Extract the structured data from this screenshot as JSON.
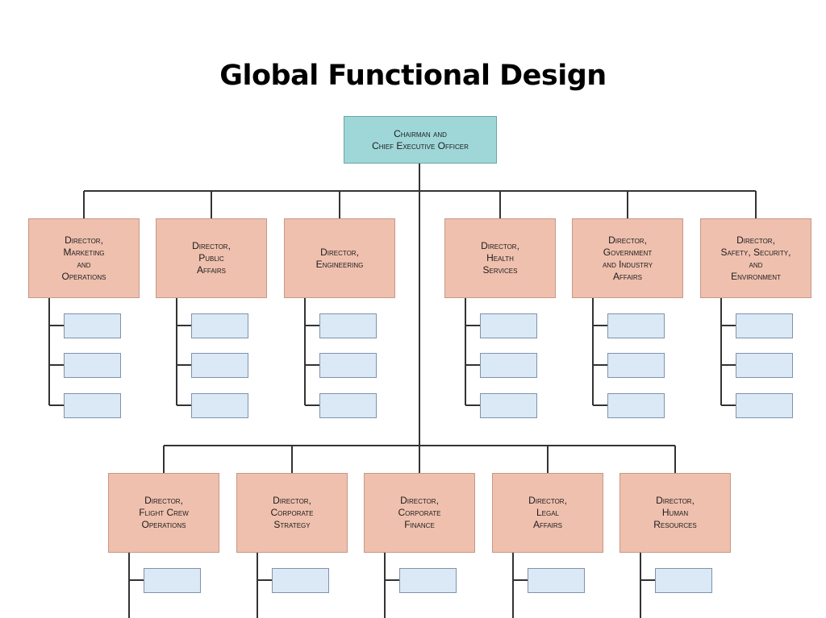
{
  "title": "Global Functional Design",
  "chart_data": {
    "type": "org-chart",
    "root": "Chairman and\nChief Executive Officer",
    "upper_row": [
      "Director,\nMarketing\nand\nOperations",
      "Director,\nPublic\nAffairs",
      "Director,\nEngineering",
      "Director,\nHealth\nServices",
      "Director,\nGovernment\nand Industry\nAffairs",
      "Director,\nSafety, Security,\nand\nEnvironment"
    ],
    "lower_row": [
      "Director,\nFlight Crew\nOperations",
      "Director,\nCorporate\nStrategy",
      "Director,\nCorporate\nFinance",
      "Director,\nLegal\nAffairs",
      "Director,\nHuman\nResources"
    ],
    "unlabeled_subunits_per_director": 3
  },
  "colors": {
    "ceo_fill": "#9fd7d8",
    "director_fill": "#efc0ae",
    "subunit_fill": "#dbe8f6",
    "line": "#333333"
  }
}
